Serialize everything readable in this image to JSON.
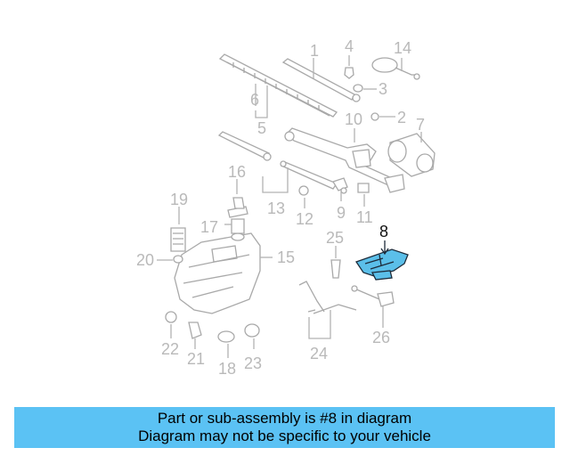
{
  "banner": {
    "line1": "Part or sub-assembly is #8 in diagram",
    "line2": "Diagram may not be specific to your vehicle"
  },
  "highlight_color": "#5bbfe9",
  "banner_color": "#5bc2f4",
  "callouts": {
    "n1": "1",
    "n2": "2",
    "n3": "3",
    "n4": "4",
    "n5": "5",
    "n6": "6",
    "n7": "7",
    "n8": "8",
    "n9": "9",
    "n10": "10",
    "n11": "11",
    "n12": "12",
    "n13": "13",
    "n14": "14",
    "n15": "15",
    "n16": "16",
    "n17": "17",
    "n18": "18",
    "n19": "19",
    "n20": "20",
    "n21": "21",
    "n22": "22",
    "n23": "23",
    "n24": "24",
    "n25": "25",
    "n26": "26"
  }
}
